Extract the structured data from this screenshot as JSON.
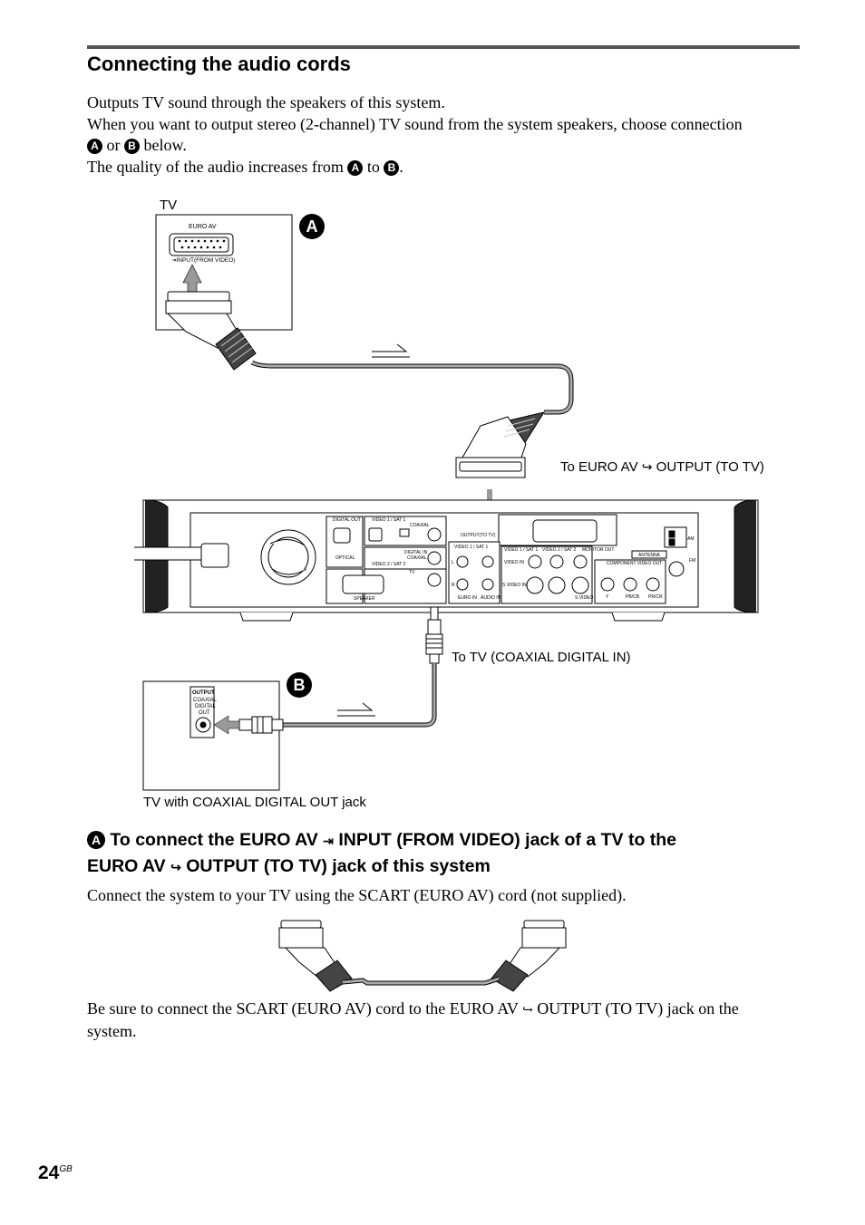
{
  "heading": "Connecting the audio cords",
  "intro": {
    "line1": "Outputs TV sound through the speakers of this system.",
    "line2_part1": "When you want to output stereo (2-channel) TV sound from the system speakers, choose connection",
    "circle_a": "A",
    "or": "or",
    "circle_b": "B",
    "below": "below.",
    "line3_part1": "The quality of the audio increases from",
    "to": "to",
    "period": "."
  },
  "diagram": {
    "tv_label": "TV",
    "euro_av_label": "EURO AV",
    "input_from_video_label": "INPUT(FROM VIDEO)",
    "marker_a": "A",
    "marker_b": "B",
    "to_euro_av_label": "To EURO AV",
    "output_to_tv_suffix": "OUTPUT (TO TV)",
    "to_tv_coaxial_label": "To TV (COAXIAL DIGITAL IN)",
    "tv_coax_caption": "TV with COAXIAL DIGITAL OUT jack",
    "tv2_output_label": "OUTPUT",
    "tv2_coaxial_label": "COAXIAL",
    "tv2_digital_label": "DIGITAL",
    "tv2_out_label": "OUT",
    "panel_labels": {
      "digital_out": "DIGITAL OUT",
      "optical": "OPTICAL",
      "video1_sat1": "VIDEO 1 / SAT 1",
      "video2_sat2": "VIDEO 2 / SAT 2",
      "coaxial": "COAXIAL",
      "digital_in": "DIGITAL IN",
      "tv": "TV",
      "speaker": "SPEAKER",
      "output_to_tv": "OUTPUT(TO TV)",
      "monitor_out": "MONITOR OUT",
      "antenna": "ANTENNA",
      "component_video_out": "COMPONENT VIDEO OUT",
      "video_in": "VIDEO IN",
      "s_video_in": "S VIDEO IN",
      "s_video": "S VIDEO",
      "euro_in": "EURO IN",
      "audio_in": "AUDIO IN",
      "am": "AM",
      "fm": "FM",
      "y": "Y",
      "pb_cb": "PB/CB",
      "pr_cr": "PR/CR",
      "l": "L",
      "r": "R"
    }
  },
  "subsection": {
    "circle_a": "A",
    "part1": "To connect the EURO AV",
    "part2": "INPUT (FROM VIDEO)  jack of a TV to the",
    "part3": "EURO AV",
    "part4": "OUTPUT (TO TV) jack of this system"
  },
  "body1": "Connect the system to your TV using the SCART (EURO AV) cord (not supplied).",
  "body2_part1": "Be sure to connect the SCART (EURO AV) cord to the EURO AV",
  "body2_part2": "OUTPUT (TO TV) jack on the",
  "body2_part3": "system.",
  "page_number": "24",
  "page_suffix": "GB"
}
